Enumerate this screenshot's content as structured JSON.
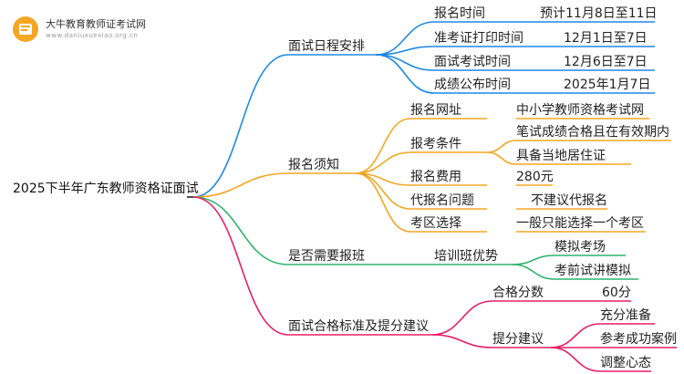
{
  "header": {
    "logo_cn": "大牛教育教师证考试网",
    "logo_url": "www.daniuxuexiao.org.cn"
  },
  "colors": {
    "blue": "#1e88e5",
    "orange": "#f5a623",
    "green": "#2fb36b",
    "pink": "#e91e63",
    "root": "#222222"
  },
  "mindmap": {
    "root": "2025下半年广东教师资格证面试",
    "branches": [
      {
        "label": "面试日程安排",
        "children": [
          {
            "label": "报名时间",
            "value": "预计11月8日至11日"
          },
          {
            "label": "准考证打印时间",
            "value": "12月1日至7日"
          },
          {
            "label": "面试考试时间",
            "value": "12月6日至7日"
          },
          {
            "label": "成绩公布时间",
            "value": "2025年1月7日"
          }
        ]
      },
      {
        "label": "报名须知",
        "children": [
          {
            "label": "报名网址",
            "value": "中小学教师资格考试网"
          },
          {
            "label": "报考条件",
            "values": [
              "笔试成绩合格且在有效期内",
              "具备当地居住证"
            ]
          },
          {
            "label": "报名费用",
            "value": "280元"
          },
          {
            "label": "代报名问题",
            "value": "不建议代报名"
          },
          {
            "label": "考区选择",
            "value": "一般只能选择一个考区"
          }
        ]
      },
      {
        "label": "是否需要报班",
        "children": [
          {
            "label": "培训班优势",
            "values": [
              "模拟考场",
              "考前试讲模拟"
            ]
          }
        ]
      },
      {
        "label": "面试合格标准及提分建议",
        "children": [
          {
            "label": "合格分数",
            "value": "60分"
          },
          {
            "label": "提分建议",
            "values": [
              "充分准备",
              "参考成功案例",
              "调整心态"
            ]
          }
        ]
      }
    ]
  }
}
